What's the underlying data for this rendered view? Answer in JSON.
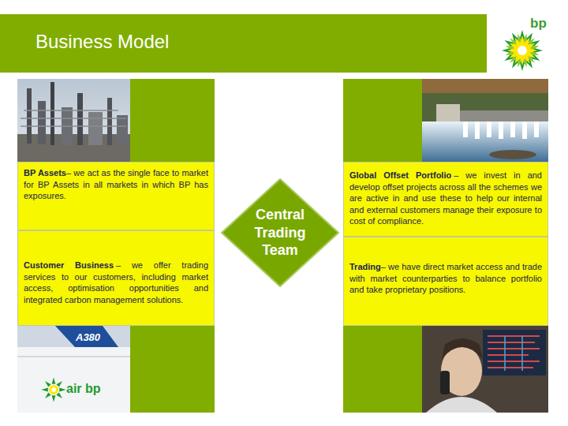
{
  "diagram": {
    "title": "Business Model",
    "nodes": [
      {
        "text": [
          "BP Assets",
          "– we act as the single face to market for BP Assets in all markets in which BP has exposures."
        ]
      },
      {
        "text": [
          "Global Offset Portfolio",
          "– we invest in and develop offset projects across all the schemes we are active in and use these to help our internal and external customers manage their exposure to cost of compliance."
        ]
      },
      {
        "text": [
          "Central Trading Team"
        ]
      },
      {
        "text": [
          "Customer Business",
          "– we offer trading services to our customers, including market access, optimisation opportunities and integrated carbon management solutions."
        ]
      },
      {
        "text": [
          "Trading",
          "– we have direct market access and trade with market counterparties to balance portfolio and take proprietary positions."
        ]
      }
    ],
    "labels": [
      "bp",
      "A380",
      "air bp"
    ]
  }
}
